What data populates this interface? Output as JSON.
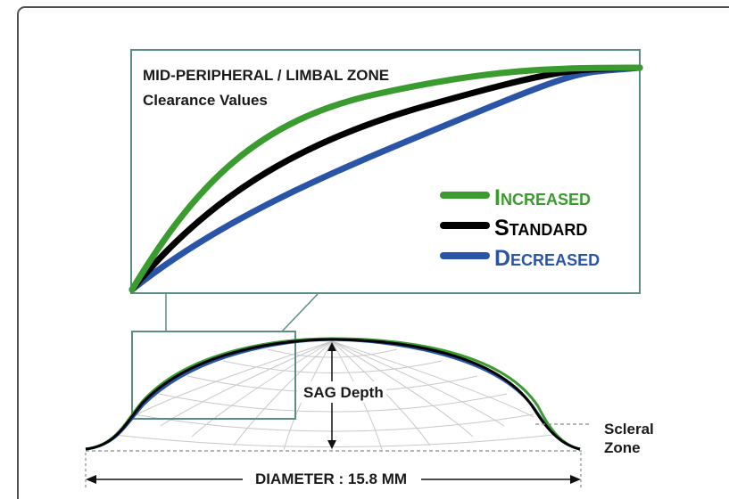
{
  "figure": {
    "inset": {
      "title_line1": "MID-PERIPHERAL / LIMBAL ZONE",
      "title_line2": "Clearance Values"
    },
    "legend": [
      {
        "key": "increased",
        "label": "Increased",
        "color": "#3a9b2f"
      },
      {
        "key": "standard",
        "label": "Standard",
        "color": "#000000"
      },
      {
        "key": "decreased",
        "label": "Decreased",
        "color": "#2a55a6"
      }
    ],
    "sag_label": "SAG Depth",
    "scleral_label_line1": "Scleral",
    "scleral_label_line2": "Zone",
    "diameter_label": "DIAMETER : 15.8 MM",
    "colors": {
      "frame": "#4f4f4f",
      "inset_border": "#5b8d86",
      "grid": "#c9c9c9",
      "dashed": "#8a8a8a"
    }
  }
}
